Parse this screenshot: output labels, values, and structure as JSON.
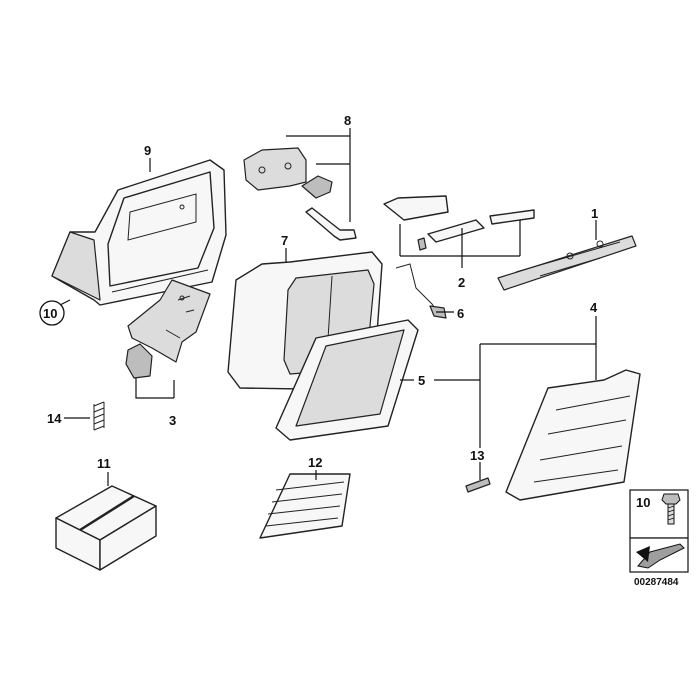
{
  "diagram": {
    "catalog_number": "00287484",
    "callouts": {
      "c1": "1",
      "c2": "2",
      "c3": "3",
      "c4": "4",
      "c5": "5",
      "c6": "6",
      "c7": "7",
      "c8": "8",
      "c9": "9",
      "c10": "10",
      "c11": "11",
      "c12": "12",
      "c13": "13",
      "c14": "14",
      "legend10": "10"
    }
  }
}
